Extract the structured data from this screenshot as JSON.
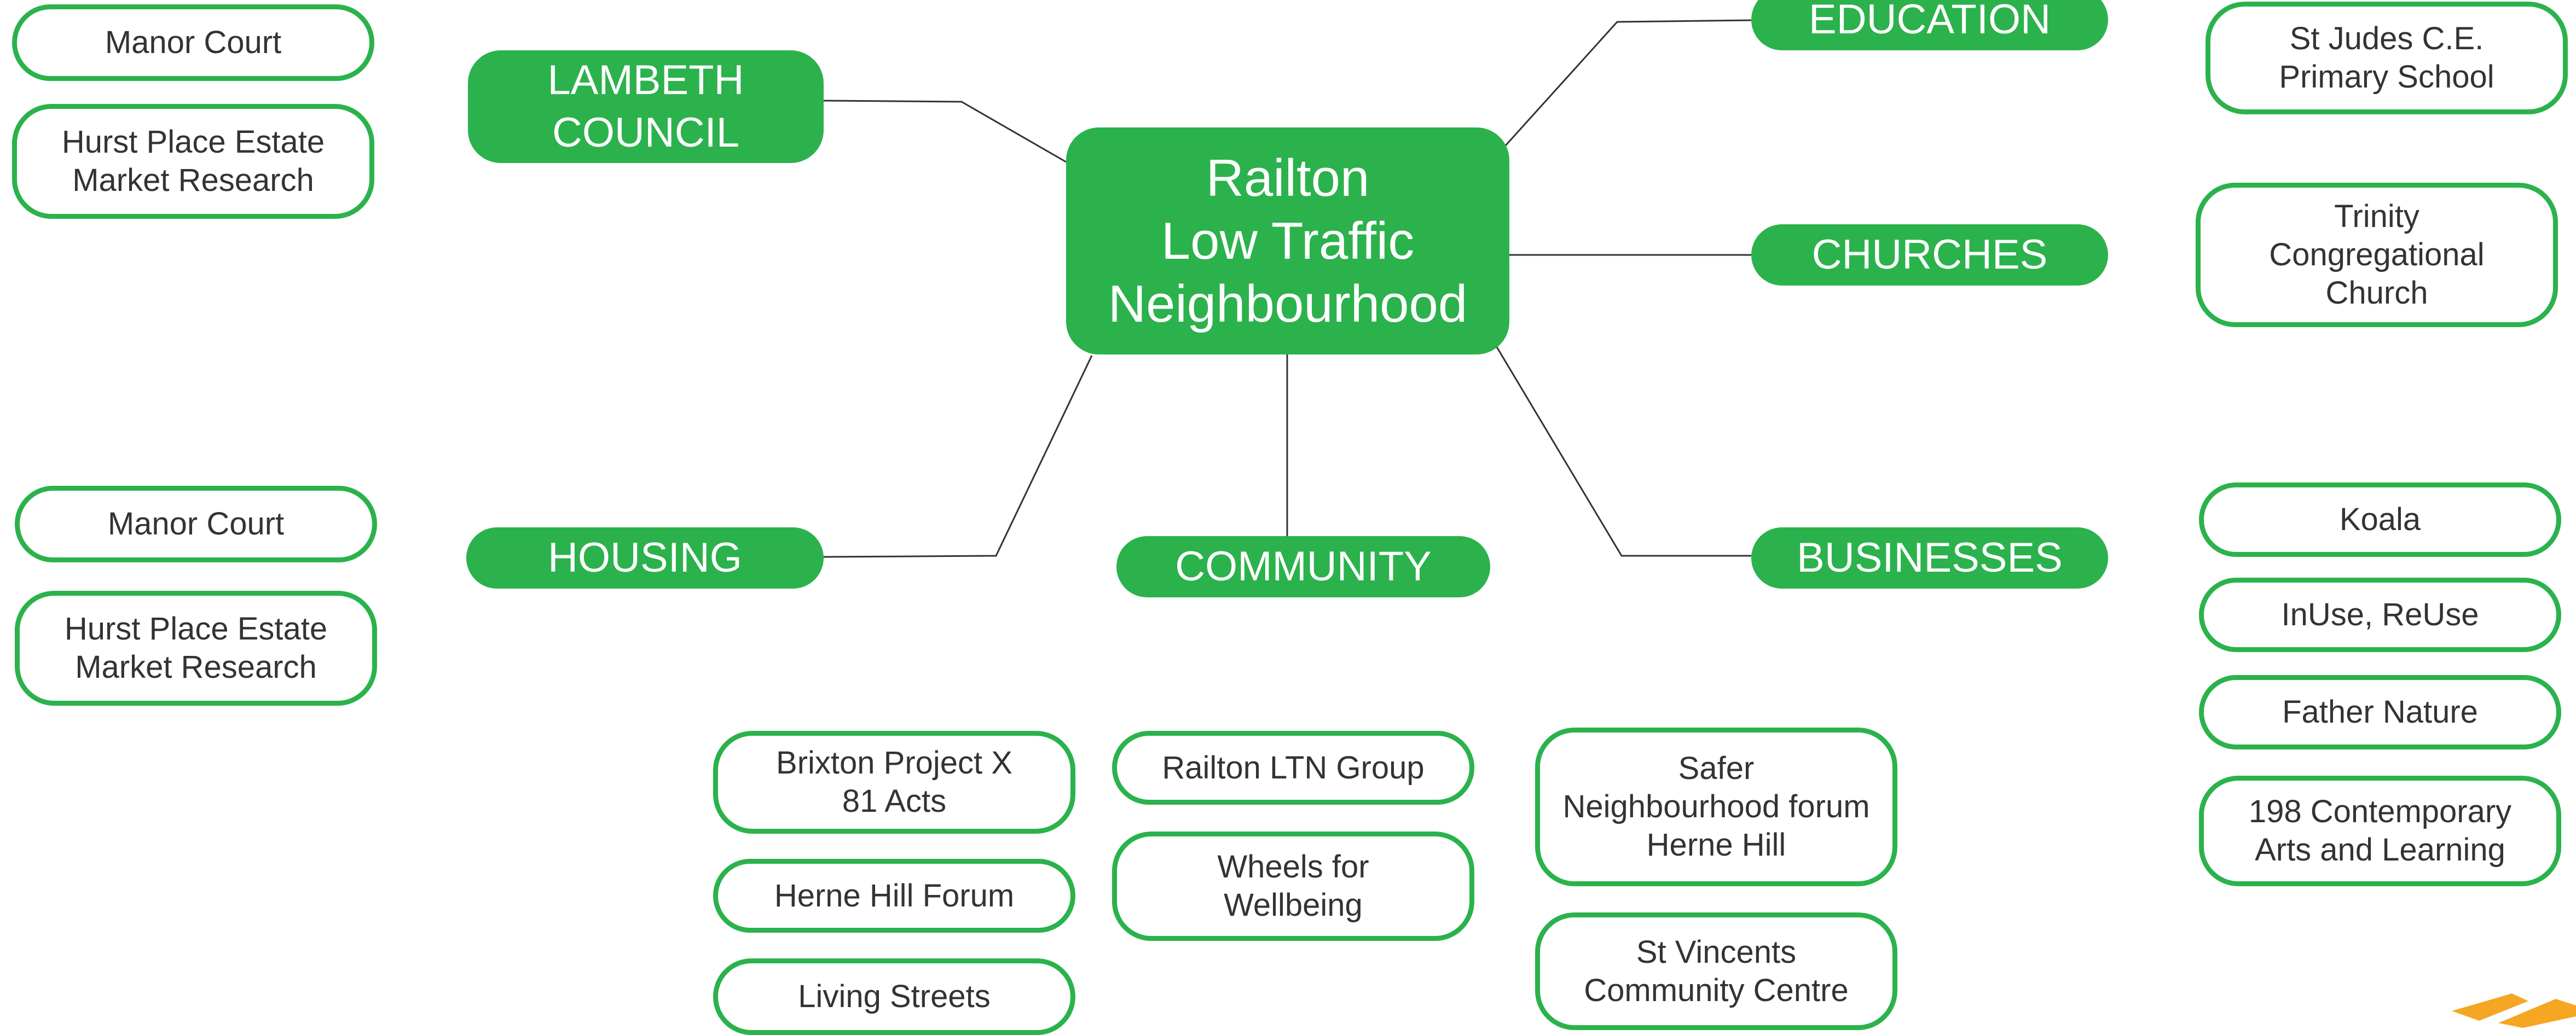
{
  "center": {
    "label": "Railton\nLow Traffic\nNeighbourhood"
  },
  "categories": {
    "lambeth": "LAMBETH\nCOUNCIL",
    "housing": "HOUSING",
    "community": "COMMUNITY",
    "education": "EDUCATION",
    "churches": "CHURCHES",
    "businesses": "BUSINESSES"
  },
  "lambeth_items": [
    "Manor Court",
    "Hurst Place Estate\nMarket Research"
  ],
  "housing_items": [
    "Manor Court",
    "Hurst Place Estate\nMarket Research"
  ],
  "community_items": [
    "Brixton Project X\n81 Acts",
    "Herne Hill Forum",
    "Living Streets",
    "Railton LTN Group",
    "Wheels for\nWellbeing",
    "Safer\nNeighbourhood forum\nHerne Hill",
    "St Vincents\nCommunity Centre"
  ],
  "education_items": [
    "St Judes C.E.\nPrimary School"
  ],
  "churches_items": [
    "Trinity\nCongregational\nChurch"
  ],
  "businesses_items": [
    "Koala",
    "InUse, ReUse",
    "Father Nature",
    "198 Contemporary\nArts and Learning"
  ],
  "colors": {
    "accent": "#2bb24c",
    "line": "#333333",
    "text": "#333333",
    "logo": "#f5a623"
  },
  "icons": {
    "logo": "corner-logo-icon"
  }
}
